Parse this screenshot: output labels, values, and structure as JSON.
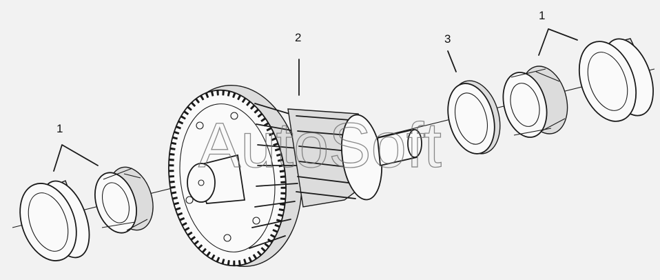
{
  "callouts": [
    {
      "id": "left-bearing",
      "label": "1"
    },
    {
      "id": "gear",
      "label": "2"
    },
    {
      "id": "washer",
      "label": "3"
    },
    {
      "id": "right-bearing",
      "label": "1"
    }
  ],
  "watermark": "AutoSoft",
  "colors": {
    "background": "#f2f2f2",
    "ink": "#1a1a1a",
    "watermark": "#6d6d6d"
  }
}
